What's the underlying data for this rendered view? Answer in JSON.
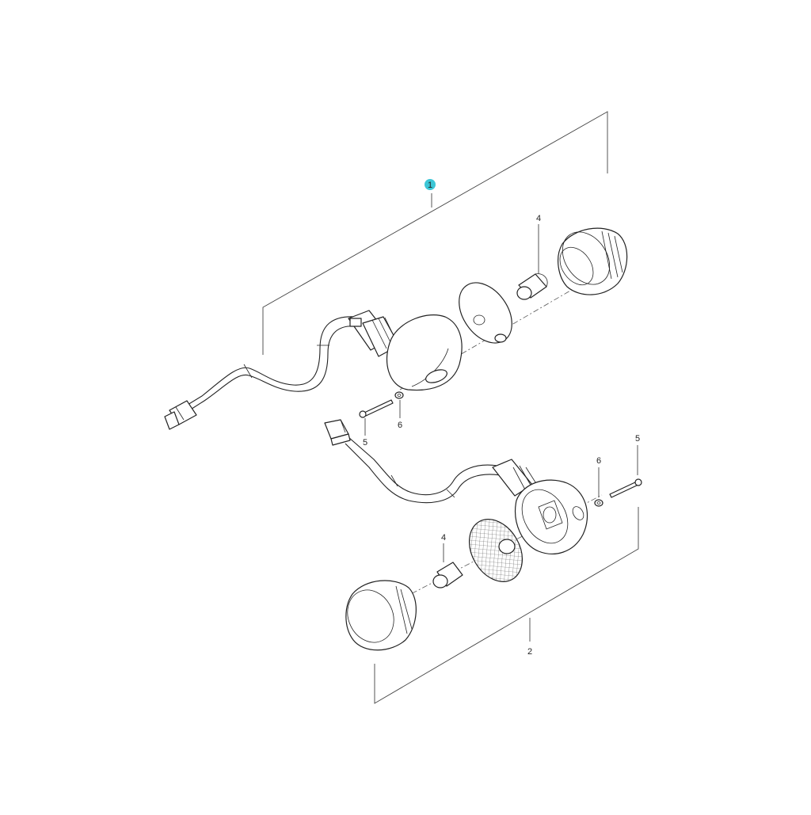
{
  "callouts": {
    "assembly_front": "1",
    "assembly_rear": "2",
    "bulb_upper": "4",
    "bulb_lower": "4",
    "screw_upper": "5",
    "screw_lower": "5",
    "washer_upper": "6",
    "washer_lower": "6"
  },
  "colors": {
    "highlight_badge": "#3cc6d6",
    "line": "#222222",
    "background": "#ffffff"
  }
}
